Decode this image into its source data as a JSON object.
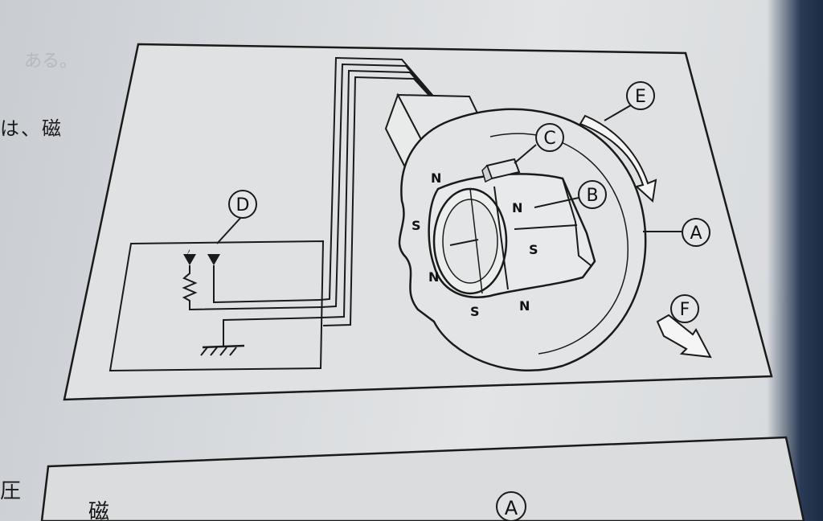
{
  "side_text": {
    "top_fragment": "ある。",
    "left_text": "は、磁",
    "bottom_left_char": "圧",
    "bottom_box_char": "磁"
  },
  "diagram": {
    "callouts": {
      "A": "A",
      "B": "B",
      "C": "C",
      "D": "D",
      "E": "E",
      "F": "F"
    },
    "poles": {
      "n_top": "N",
      "s_left": "S",
      "n_lower_left": "N",
      "s_bottom": "S",
      "n_bottom": "N",
      "n_ring": "N",
      "s_ring": "S"
    }
  },
  "bottom_box": {
    "callout": "A"
  }
}
